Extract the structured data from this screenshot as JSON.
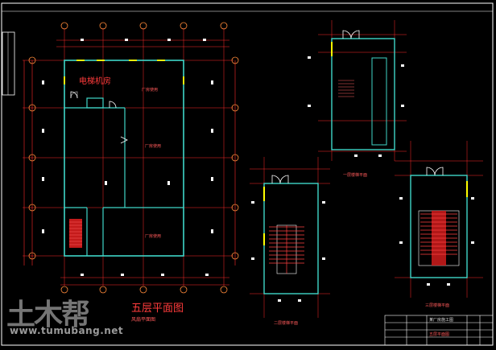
{
  "drawing": {
    "main_plan": {
      "title": "五层平面图",
      "subtitle": "风扇平面图",
      "room_elevator": "电梯机房",
      "room_labels": [
        "厂房使用",
        "厂房使用",
        "厂房使用"
      ]
    },
    "stair_plans": [
      {
        "caption": "一层楼梯平面"
      },
      {
        "caption": "二层楼梯平面"
      },
      {
        "caption": "三层楼梯平面"
      }
    ],
    "title_block": {
      "project": "某厂房施工图",
      "drawing_name": "五层平面图"
    }
  },
  "watermark": {
    "logo_text": "土木帮",
    "url": "www.tumubang.net"
  },
  "colors": {
    "background": "#000000",
    "frame": "#ffffff",
    "axis": "#ff2a2a",
    "wall": "#3fd6c8",
    "window": "#ffff00",
    "door": "#ffffff",
    "text_red": "#ff3b3b"
  }
}
